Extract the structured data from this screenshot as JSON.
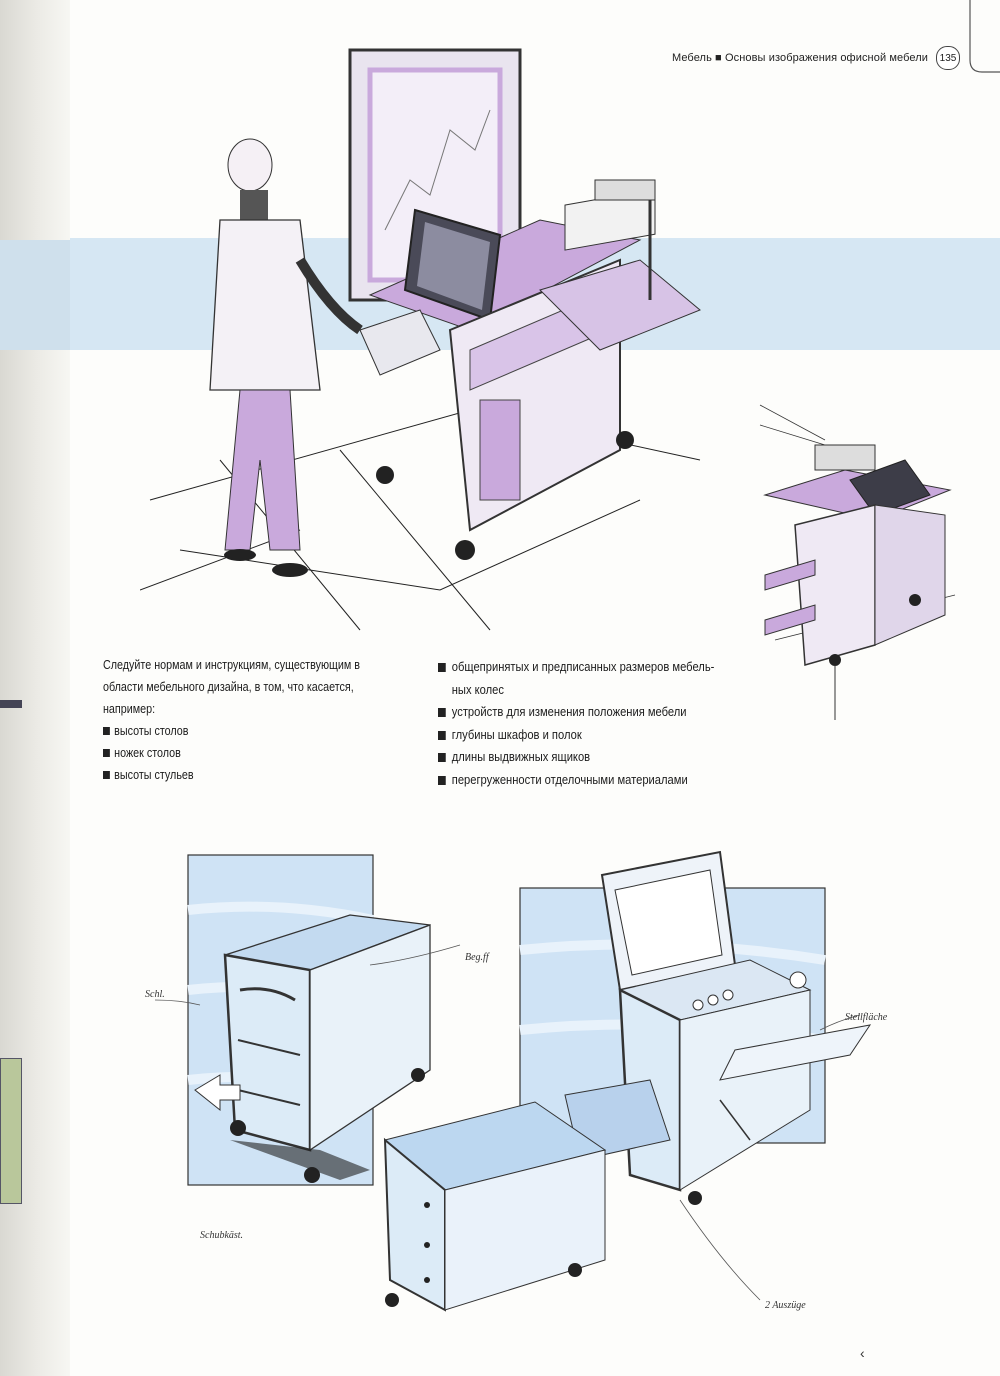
{
  "header": {
    "running_title": "Мебель ■ Основы изображения офисной мебели",
    "page_number": "135"
  },
  "left_column": {
    "intro": "Следуйте нормам и инструкциям, существующим в области мебельного дизайна, в том, что касается, например:",
    "items": [
      "высоты столов",
      "ножек столов",
      "высоты стульев"
    ]
  },
  "right_column": {
    "first_item_line1": "общепринятых и предписанных размеров мебель-",
    "first_item_line2": "ных колес",
    "items": [
      "устройств  для изменения положения мебели",
      "глубины шкафов и полок",
      "длины выдвижных ящиков",
      "перегруженности отделочными материалами"
    ]
  },
  "annotations": {
    "bottom_left_cart_left": "Schl.",
    "bottom_left_cart_right": "Beg.ff",
    "bottom_left_cart_bottom": "Schubkäst.",
    "bottom_right_cart_right": "Stellfläche",
    "bottom_right_cart_bottom": "2 Auszüge"
  },
  "footer_mark": "‹",
  "colors": {
    "band": "#d6e7f3",
    "lilac": "#c9a9dc",
    "blue_panel": "#bcd7f0",
    "ink": "#1c1c1c"
  }
}
